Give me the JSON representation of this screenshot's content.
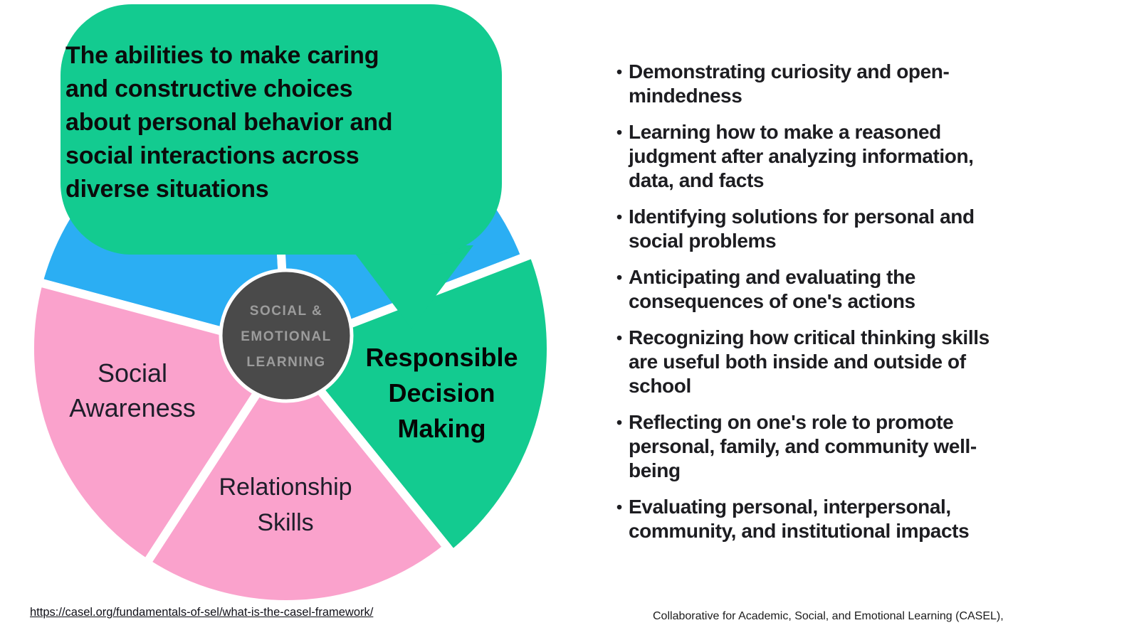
{
  "colors": {
    "green": "#13CB90",
    "blue": "#2BAEF3",
    "pink": "#FAA2CC",
    "dark_gray": "#4A4A4A",
    "center_text_gray": "#9C9C9C",
    "white": "#FFFFFF"
  },
  "diagram": {
    "bubble": {
      "text": "The abilities to make caring\nand constructive choices\nabout personal behavior and\nsocial interactions across\ndiverse situations"
    },
    "center": {
      "text": "SOCIAL &\nEMOTIONAL\nLEARNING"
    },
    "segments": {
      "social_awareness": {
        "label": "Social\nAwareness"
      },
      "relationship_skills": {
        "label": "Relationship\nSkills"
      },
      "responsible_decision_making": {
        "label": "Responsible\nDecision\nMaking"
      },
      "self_awareness": {
        "label": ""
      },
      "self_management": {
        "label": ""
      }
    }
  },
  "bullets": {
    "char": "•",
    "items": [
      "Demonstrating curiosity and open-\nmindedness",
      "Learning how to make a reasoned\njudgment after analyzing information,\ndata, and facts",
      "Identifying solutions for personal and\nsocial problems",
      "Anticipating and evaluating the\nconsequences of one's actions",
      "Recognizing how critical thinking skills\nare useful both inside and outside of\nschool",
      "Reflecting on one's role to promote\npersonal, family, and community well-\nbeing",
      "Evaluating personal, interpersonal,\ncommunity, and institutional impacts"
    ]
  },
  "footer": {
    "link": "https://casel.org/fundamentals-of-sel/what-is-the-casel-framework/",
    "attribution": "Collaborative for Academic, Social, and Emotional Learning (CASEL),"
  }
}
